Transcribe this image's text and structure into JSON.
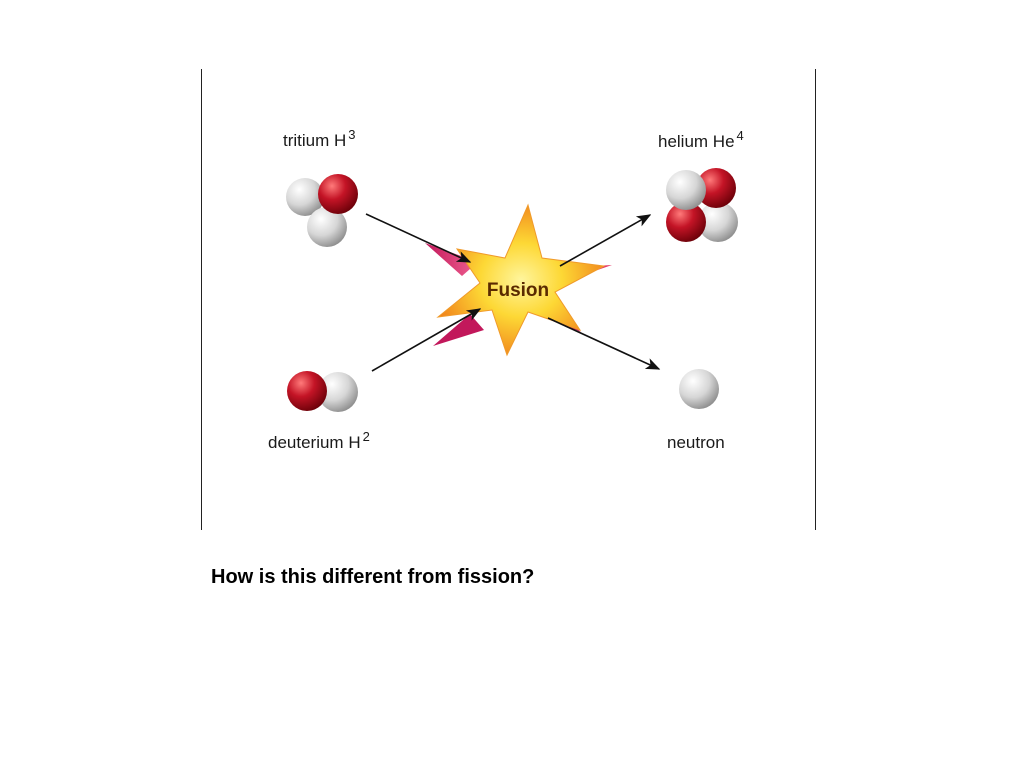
{
  "diagram": {
    "labels": {
      "tritium": "tritium H",
      "tritium_sup": "3",
      "deuterium": "deuterium H",
      "deuterium_sup": "2",
      "helium": "helium  He",
      "helium_sup": "4",
      "neutron": "neutron",
      "fusion": "Fusion"
    },
    "colors": {
      "proton": "#b01020",
      "neutron": "#e4e4e4",
      "star_center": "#fff176",
      "star_edge": "#f08a1c",
      "star_spike": "#d81b60",
      "arrow": "#111111",
      "frame": "#222222"
    }
  },
  "question": "How is this different from fission?"
}
